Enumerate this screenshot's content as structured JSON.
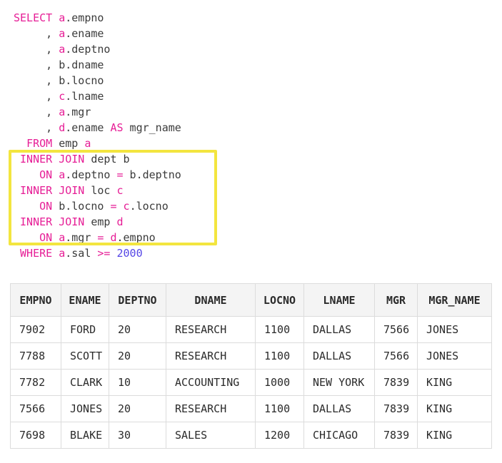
{
  "colors": {
    "keyword": "#e61e96",
    "number": "#5546e6",
    "code_text": "#3b3b3b",
    "highlight_border": "#f3e53f",
    "table_border": "#dcdcdc",
    "table_header_bg": "#f4f4f4"
  },
  "sql_code": {
    "lines": [
      [
        {
          "t": "SELECT",
          "c": "k"
        },
        {
          "t": " ",
          "c": "p"
        },
        {
          "t": "a",
          "c": "k"
        },
        {
          "t": ".empno",
          "c": "p"
        }
      ],
      [
        {
          "t": "     , ",
          "c": "p"
        },
        {
          "t": "a",
          "c": "k"
        },
        {
          "t": ".ename",
          "c": "p"
        }
      ],
      [
        {
          "t": "     , ",
          "c": "p"
        },
        {
          "t": "a",
          "c": "k"
        },
        {
          "t": ".deptno",
          "c": "p"
        }
      ],
      [
        {
          "t": "     , b.dname",
          "c": "p"
        }
      ],
      [
        {
          "t": "     , b.locno",
          "c": "p"
        }
      ],
      [
        {
          "t": "     , ",
          "c": "p"
        },
        {
          "t": "c",
          "c": "k"
        },
        {
          "t": ".lname",
          "c": "p"
        }
      ],
      [
        {
          "t": "     , ",
          "c": "p"
        },
        {
          "t": "a",
          "c": "k"
        },
        {
          "t": ".mgr",
          "c": "p"
        }
      ],
      [
        {
          "t": "     , ",
          "c": "p"
        },
        {
          "t": "d",
          "c": "k"
        },
        {
          "t": ".ename ",
          "c": "p"
        },
        {
          "t": "AS",
          "c": "k"
        },
        {
          "t": " mgr_name",
          "c": "p"
        }
      ],
      [
        {
          "t": "  ",
          "c": "p"
        },
        {
          "t": "FROM",
          "c": "k"
        },
        {
          "t": " emp ",
          "c": "p"
        },
        {
          "t": "a",
          "c": "k"
        }
      ],
      [
        {
          "t": " ",
          "c": "p"
        },
        {
          "t": "INNER JOIN",
          "c": "k"
        },
        {
          "t": " dept b",
          "c": "p"
        }
      ],
      [
        {
          "t": "    ",
          "c": "p"
        },
        {
          "t": "ON",
          "c": "k"
        },
        {
          "t": " ",
          "c": "p"
        },
        {
          "t": "a",
          "c": "k"
        },
        {
          "t": ".deptno ",
          "c": "p"
        },
        {
          "t": "=",
          "c": "k"
        },
        {
          "t": " b.deptno",
          "c": "p"
        }
      ],
      [
        {
          "t": " ",
          "c": "p"
        },
        {
          "t": "INNER JOIN",
          "c": "k"
        },
        {
          "t": " loc ",
          "c": "p"
        },
        {
          "t": "c",
          "c": "k"
        }
      ],
      [
        {
          "t": "    ",
          "c": "p"
        },
        {
          "t": "ON",
          "c": "k"
        },
        {
          "t": " b.locno ",
          "c": "p"
        },
        {
          "t": "=",
          "c": "k"
        },
        {
          "t": " ",
          "c": "p"
        },
        {
          "t": "c",
          "c": "k"
        },
        {
          "t": ".locno",
          "c": "p"
        }
      ],
      [
        {
          "t": " ",
          "c": "p"
        },
        {
          "t": "INNER JOIN",
          "c": "k"
        },
        {
          "t": " emp ",
          "c": "p"
        },
        {
          "t": "d",
          "c": "k"
        }
      ],
      [
        {
          "t": "    ",
          "c": "p"
        },
        {
          "t": "ON",
          "c": "k"
        },
        {
          "t": " ",
          "c": "p"
        },
        {
          "t": "a",
          "c": "k"
        },
        {
          "t": ".mgr ",
          "c": "p"
        },
        {
          "t": "=",
          "c": "k"
        },
        {
          "t": " ",
          "c": "p"
        },
        {
          "t": "d",
          "c": "k"
        },
        {
          "t": ".empno",
          "c": "p"
        }
      ],
      [
        {
          "t": " ",
          "c": "p"
        },
        {
          "t": "WHERE",
          "c": "k"
        },
        {
          "t": " ",
          "c": "p"
        },
        {
          "t": "a",
          "c": "k"
        },
        {
          "t": ".sal ",
          "c": "p"
        },
        {
          "t": ">=",
          "c": "k"
        },
        {
          "t": " ",
          "c": "p"
        },
        {
          "t": "2000",
          "c": "n"
        }
      ]
    ]
  },
  "result_table": {
    "columns": [
      "EMPNO",
      "ENAME",
      "DEPTNO",
      "DNAME",
      "LOCNO",
      "LNAME",
      "MGR",
      "MGR_NAME"
    ],
    "rows": [
      [
        "7902",
        "FORD",
        "20",
        "RESEARCH",
        "1100",
        "DALLAS",
        "7566",
        "JONES"
      ],
      [
        "7788",
        "SCOTT",
        "20",
        "RESEARCH",
        "1100",
        "DALLAS",
        "7566",
        "JONES"
      ],
      [
        "7782",
        "CLARK",
        "10",
        "ACCOUNTING",
        "1000",
        "NEW YORK",
        "7839",
        "KING"
      ],
      [
        "7566",
        "JONES",
        "20",
        "RESEARCH",
        "1100",
        "DALLAS",
        "7839",
        "KING"
      ],
      [
        "7698",
        "BLAKE",
        "30",
        "SALES",
        "1200",
        "CHICAGO",
        "7839",
        "KING"
      ]
    ]
  }
}
